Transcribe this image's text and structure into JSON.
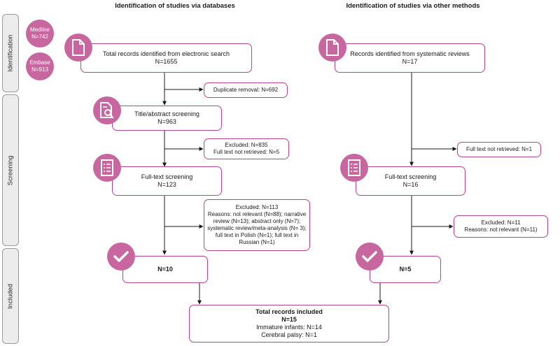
{
  "headings": {
    "databases": "Identification of studies via databases",
    "other": "Identification of studies via other methods"
  },
  "bands": {
    "identification": "Identification",
    "screening": "Screening",
    "included": "Included"
  },
  "sources": [
    {
      "name": "Medline",
      "count": "N=742"
    },
    {
      "name": "Embase",
      "count": "N=913"
    }
  ],
  "left": {
    "records": {
      "label": "Total records identified from electronic search",
      "count": "N=1655"
    },
    "duplicates": "Duplicate removal: N=692",
    "title_screen": {
      "label": "Title/abstract screening",
      "count": "N=963"
    },
    "excluded1": [
      "Excluded: N=835",
      "Full text not retrieved: N=5"
    ],
    "fulltext": {
      "label": "Full-text screening",
      "count": "N=123"
    },
    "excluded2": [
      "Excluded: N=113",
      "Reasons: not relevant (N=88); narrative",
      "review (N=13); abstract only (N=7);",
      "systematic review/meta-analysis (N= 3);",
      "full text in Polish (N=1); full text in",
      "Russian (N=1)"
    ],
    "included": "N=10"
  },
  "right": {
    "records": {
      "label": "Records identified from systematic reviews",
      "count": "N=17"
    },
    "not_retrieved": "Full text not retrieved: N=1",
    "fulltext": {
      "label": "Full-text screening",
      "count": "N=16"
    },
    "excluded": [
      "Excluded: N=11",
      "Reasons: not relevant (N=11)"
    ],
    "included": "N=5"
  },
  "total": {
    "title": "Total records included",
    "count": "N=15",
    "lines": [
      "Immature infants: N=14",
      "Cerebral palsy: N=1"
    ]
  },
  "colors": {
    "accent": "#c8669f",
    "border": "#b4448e",
    "band": "#ececec"
  }
}
